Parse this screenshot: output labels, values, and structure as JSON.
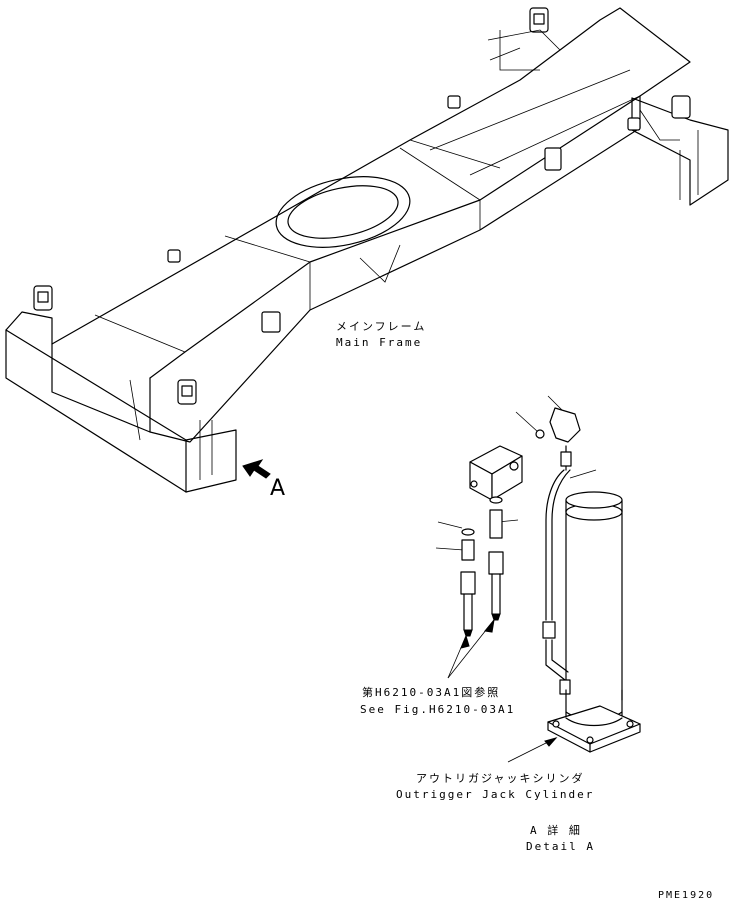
{
  "labels": {
    "main_frame_jp": "メインフレーム",
    "main_frame_en": "Main Frame",
    "view_arrow": "A",
    "see_fig_jp": "第H6210-03A1図参照",
    "see_fig_en": "See Fig.H6210-03A1",
    "cylinder_jp": "アウトリガジャッキシリンダ",
    "cylinder_en": "Outrigger Jack Cylinder",
    "detail_jp": "A 詳 細",
    "detail_en": "Detail A",
    "drawing_code": "PME1920"
  }
}
